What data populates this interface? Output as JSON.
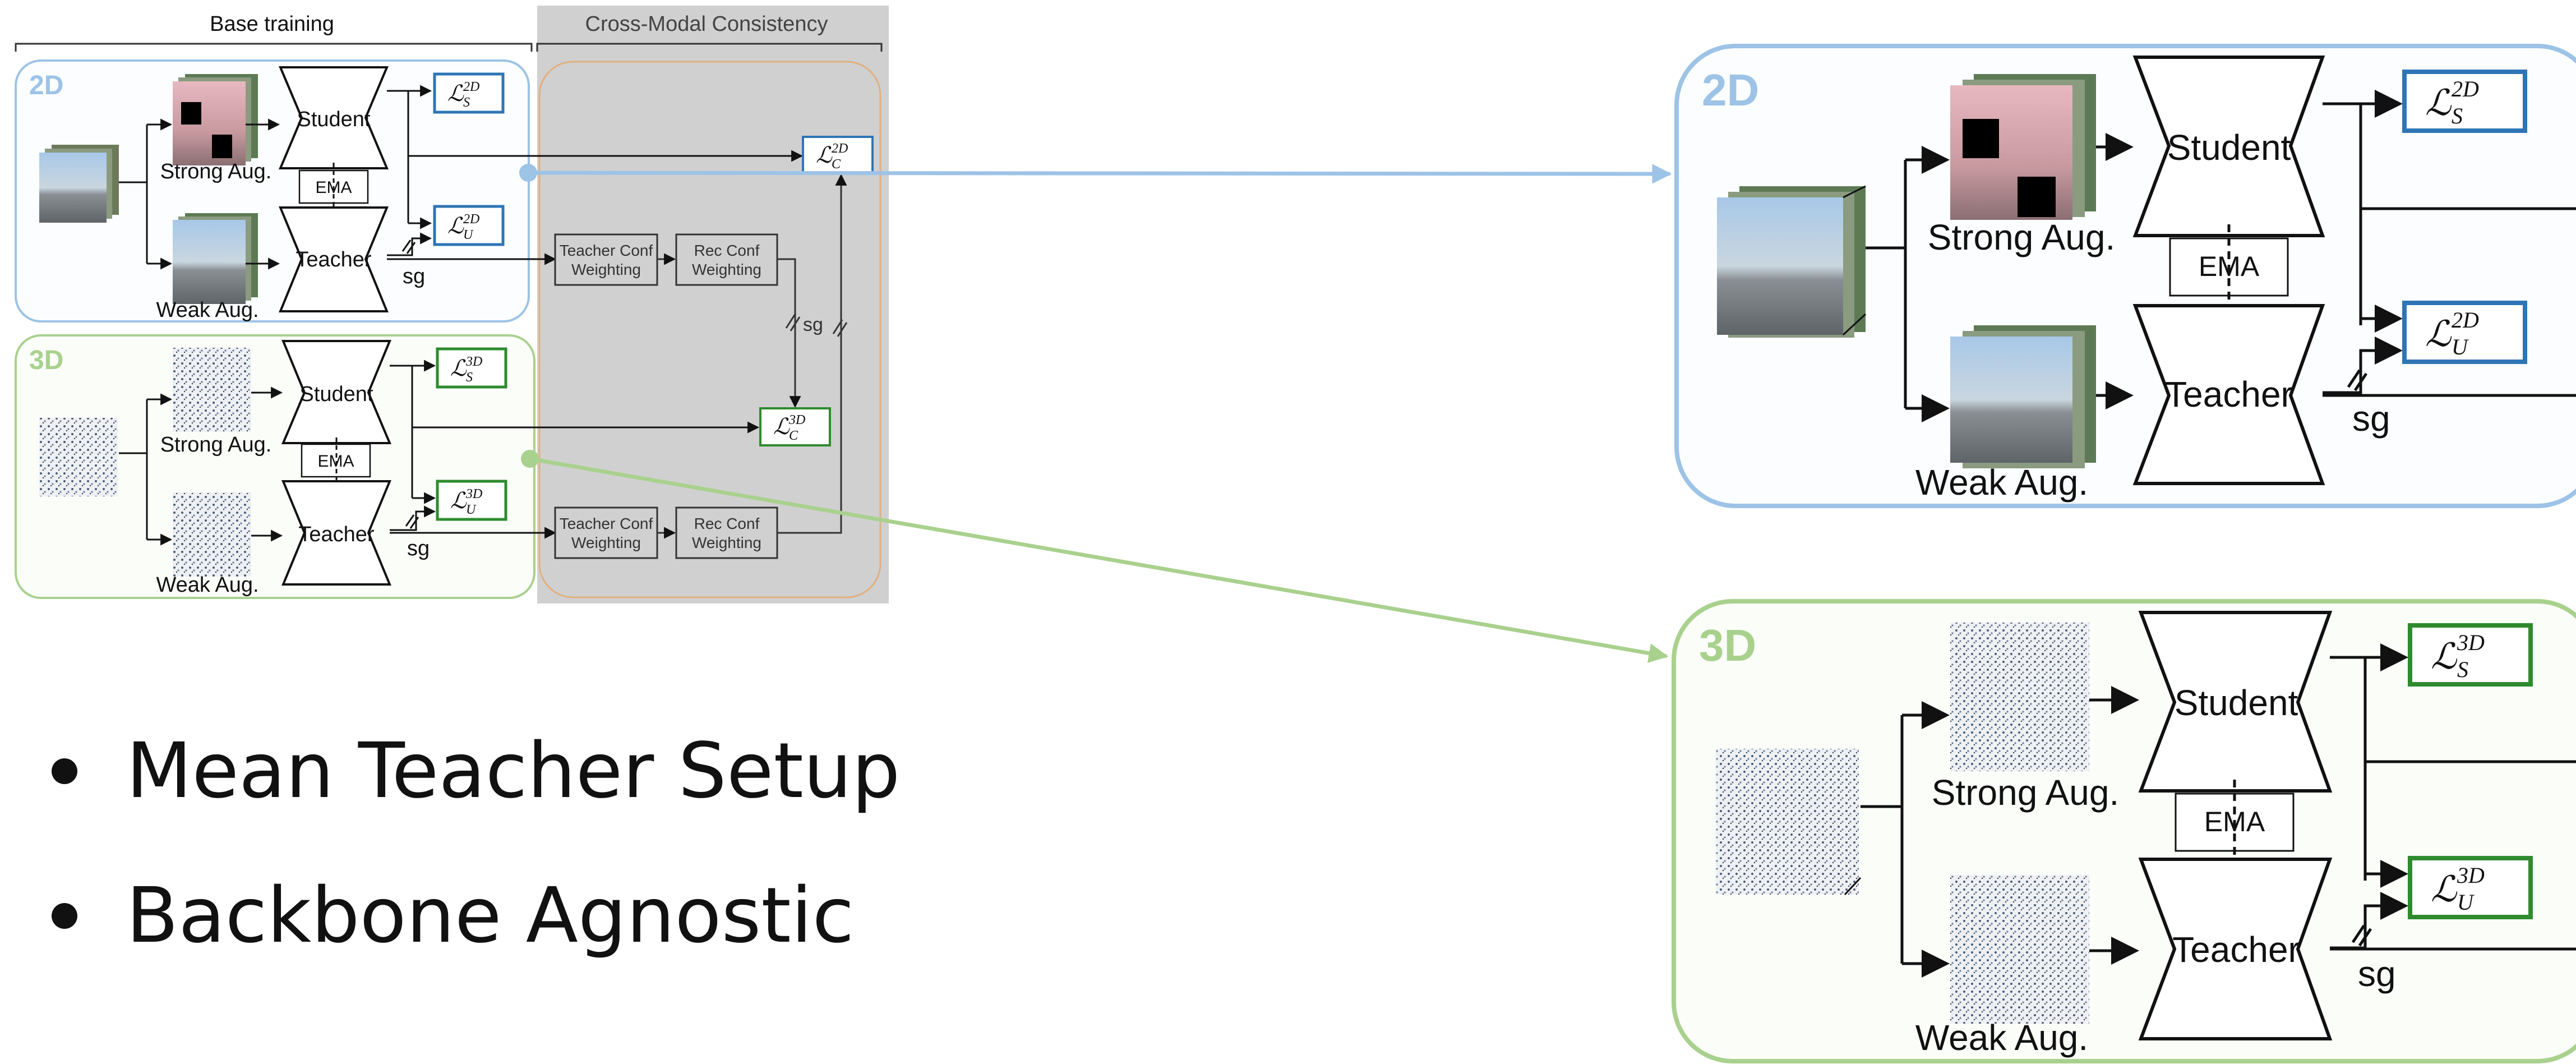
{
  "header": {
    "base_training": "Base training",
    "cross_modal": "Cross-Modal Consistency"
  },
  "colors": {
    "blue_border": "#9dc3e6",
    "blue_label": "#9dc3e6",
    "blue_loss": "#2e75b6",
    "green_border": "#a9d18e",
    "green_label": "#a9d18e",
    "green_loss": "#2e8b2e",
    "gray_panel": "#d0d0d0",
    "orange_border": "#e0b080"
  },
  "small": {
    "two_d": {
      "tag": "2D",
      "student": "Student",
      "teacher": "Teacher",
      "ema": "EMA",
      "strong_aug": "Strong Aug.",
      "weak_aug": "Weak Aug.",
      "sg": "sg",
      "loss_s": {
        "base": "ℒ",
        "sup": "2D",
        "sub": "S"
      },
      "loss_u": {
        "base": "ℒ",
        "sup": "2D",
        "sub": "U"
      },
      "loss_c": {
        "base": "ℒ",
        "sup": "2D",
        "sub": "C"
      }
    },
    "three_d": {
      "tag": "3D",
      "student": "Student",
      "teacher": "Teacher",
      "ema": "EMA",
      "strong_aug": "Strong Aug.",
      "weak_aug": "Weak Aug.",
      "sg": "sg",
      "loss_s": {
        "base": "ℒ",
        "sup": "3D",
        "sub": "S"
      },
      "loss_u": {
        "base": "ℒ",
        "sup": "3D",
        "sub": "U"
      },
      "loss_c": {
        "base": "ℒ",
        "sup": "3D",
        "sub": "C"
      }
    },
    "weighting": {
      "teacher_conf_l1": "Teacher Conf",
      "teacher_conf_l2": "Weighting",
      "rec_conf_l1": "Rec Conf",
      "rec_conf_l2": "Weighting",
      "sg": "sg"
    }
  },
  "zoom": {
    "two_d": {
      "tag": "2D",
      "student": "Student",
      "teacher": "Teacher",
      "ema": "EMA",
      "strong_aug": "Strong Aug.",
      "weak_aug": "Weak Aug.",
      "sg": "sg",
      "loss_s": {
        "base": "ℒ",
        "sup": "2D",
        "sub": "S"
      },
      "loss_u": {
        "base": "ℒ",
        "sup": "2D",
        "sub": "U"
      }
    },
    "three_d": {
      "tag": "3D",
      "student": "Student",
      "teacher": "Teacher",
      "ema": "EMA",
      "strong_aug": "Strong Aug.",
      "weak_aug": "Weak Aug.",
      "sg": "sg",
      "loss_s": {
        "base": "ℒ",
        "sup": "3D",
        "sub": "S"
      },
      "loss_u": {
        "base": "ℒ",
        "sup": "3D",
        "sub": "U"
      }
    }
  },
  "bullets": [
    "Mean Teacher Setup",
    "Backbone Agnostic"
  ]
}
